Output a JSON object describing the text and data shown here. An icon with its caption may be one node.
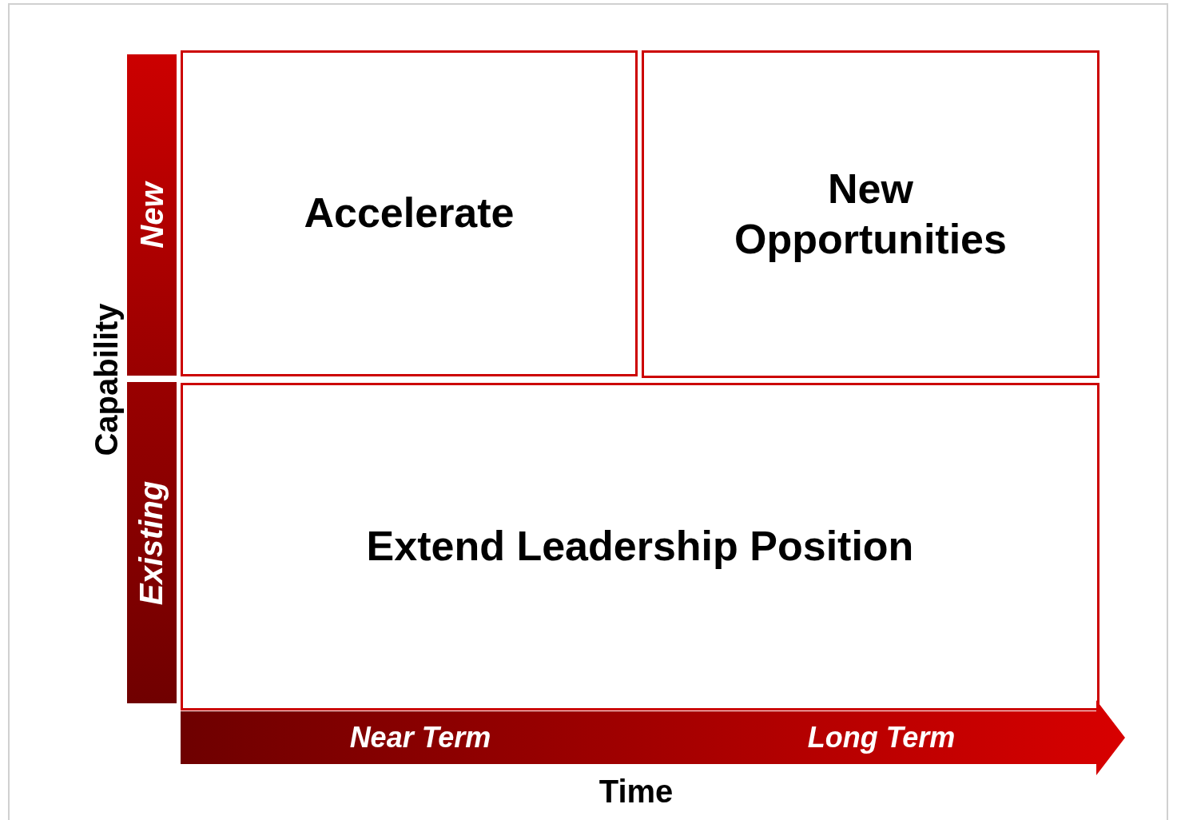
{
  "diagram": {
    "nodes": [
      {
        "text": [
          "Accelerate"
        ]
      },
      {
        "text": [
          "New Opportunities"
        ]
      },
      {
        "text": [
          "Extend Leadership Position"
        ]
      },
      {
        "text": [
          "New"
        ]
      },
      {
        "text": [
          "Existing"
        ]
      },
      {
        "text": [
          "Near Term",
          "Long Term"
        ]
      }
    ],
    "labels": [
      "Capability",
      "Time"
    ]
  }
}
